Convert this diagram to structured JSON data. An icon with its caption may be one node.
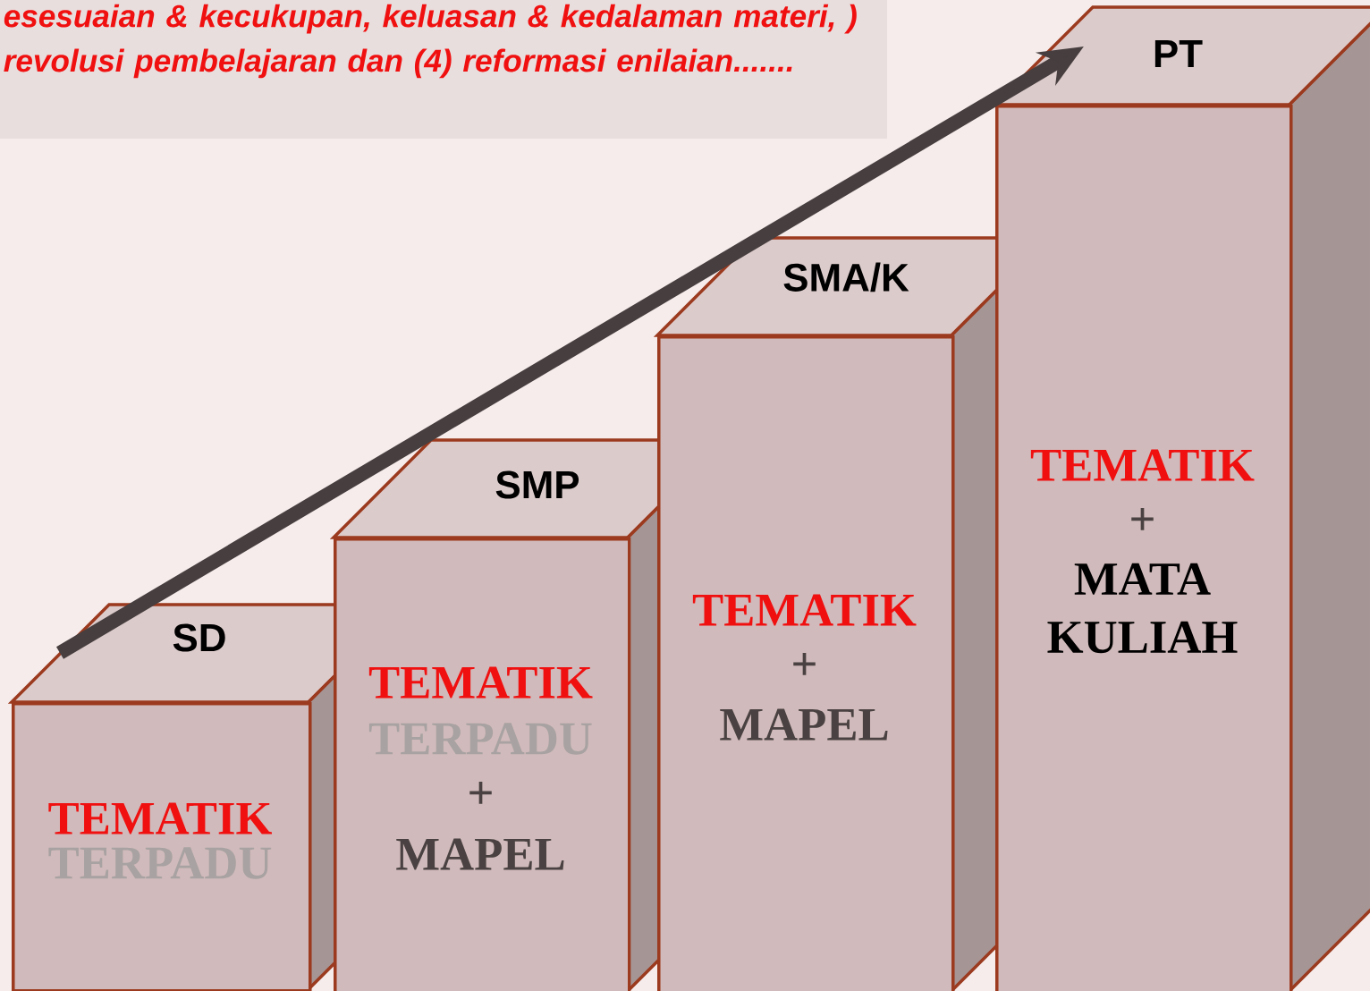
{
  "diagram": {
    "nodes": [
      {
        "text": [
          "SD",
          "TEMATIK",
          "TERPADU"
        ]
      },
      {
        "text": [
          "SMP",
          "TEMATIK",
          "TERPADU",
          "+",
          "MAPEL"
        ]
      },
      {
        "text": [
          "SMA/K",
          "TEMATIK",
          "+",
          "MAPEL"
        ]
      },
      {
        "text": [
          "PT",
          "TEMATIK",
          "+",
          "MATA KULIAH"
        ]
      }
    ],
    "edges": [
      {
        "from": 0,
        "to": 3,
        "arrow": "to"
      }
    ],
    "labels": [
      "esesuaian & kecukupan, keluasan & kedalaman materi, ) revolusi pembelajaran dan (4) reformasi enilaian......."
    ]
  }
}
